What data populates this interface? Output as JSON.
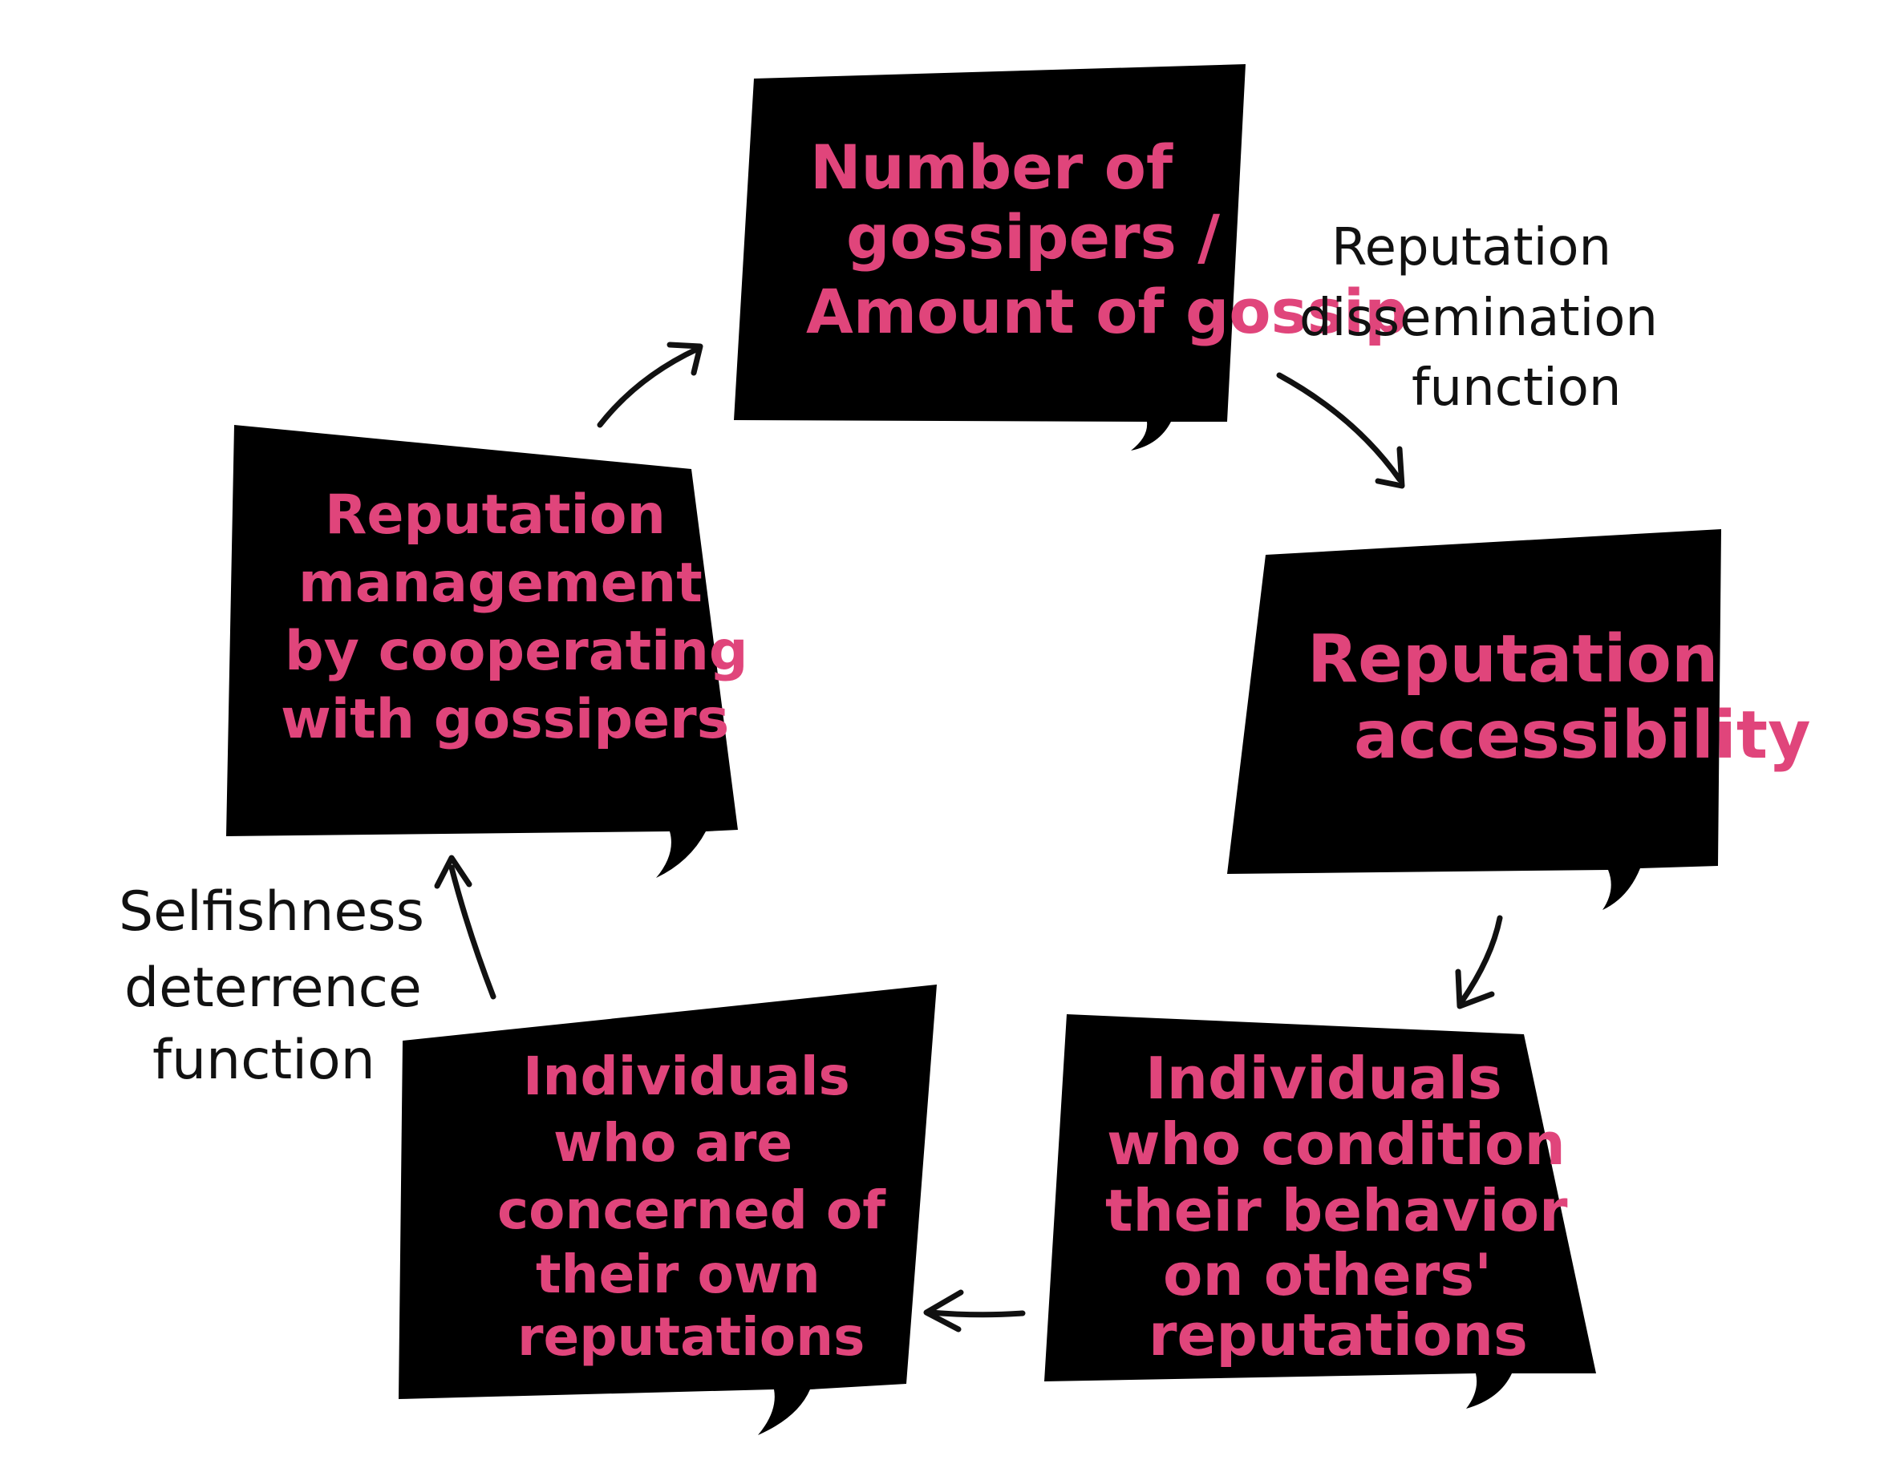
{
  "colors": {
    "box_fill": "#000000",
    "box_text": "#e0457b",
    "label_text": "#111111",
    "background": "#ffffff"
  },
  "nodes": {
    "top": [
      "Number of",
      "gossipers /",
      "Amount of gossip"
    ],
    "right": [
      "Reputation",
      "accessibility"
    ],
    "bottom_right": [
      "Individuals",
      "who condition",
      "their behavior",
      "on others'",
      "reputations"
    ],
    "bottom_left": [
      "Individuals",
      "who are",
      "concerned of",
      "their own",
      "reputations"
    ],
    "left": [
      "Reputation",
      "management",
      "by cooperating",
      "with gossipers"
    ]
  },
  "edge_labels": {
    "dissemination": [
      "Reputation",
      "dissemination",
      "function"
    ],
    "deterrence": [
      "Selfishness",
      "deterrence",
      "function"
    ]
  }
}
